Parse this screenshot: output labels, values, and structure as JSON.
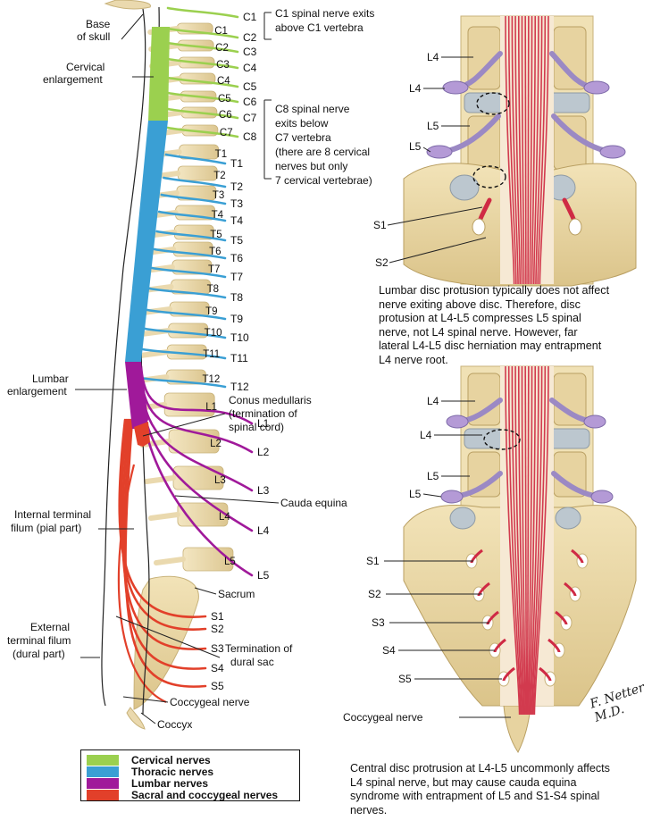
{
  "colors": {
    "cervical": "#9bd04f",
    "thoracic": "#3a9fd4",
    "lumbar": "#a0199a",
    "sacral": "#e2402a",
    "bone": "#ead9ae",
    "bone_edge": "#c8b27a",
    "disc": "#bcc7cf",
    "nerve_root": "#9b89c4"
  },
  "left_labels": {
    "base_of_skull": [
      "Base",
      "of skull"
    ],
    "cervical_enlargement": [
      "Cervical",
      "enlargement"
    ],
    "lumbar_enlargement": [
      "Lumbar",
      "enlargement"
    ],
    "internal_filum": [
      "Internal terminal",
      "filum (pial part)"
    ],
    "external_filum": [
      "External",
      "terminal filum",
      "(dural part)"
    ],
    "conus": [
      "Conus medullaris",
      "(termination of",
      "spinal cord)"
    ],
    "cauda": "Cauda equina",
    "sacrum": "Sacrum",
    "dural_sac": [
      "Termination of",
      "dural sac"
    ],
    "coccygeal_nerve": "Coccygeal nerve",
    "coccyx": "Coccyx"
  },
  "notes": {
    "c1": [
      "C1 spinal nerve exits",
      "above C1 vertebra"
    ],
    "c8": [
      "C8 spinal nerve",
      "exits below",
      "C7 vertebra",
      "(there are 8 cervical",
      "nerves but only",
      "7 cervical vertebrae)"
    ]
  },
  "vertebra_labels": [
    "C1",
    "C2",
    "C3",
    "C4",
    "C5",
    "C6",
    "C7",
    "T1",
    "T2",
    "T3",
    "T4",
    "T5",
    "T6",
    "T7",
    "T8",
    "T9",
    "T10",
    "T11",
    "T12",
    "L1",
    "L2",
    "L3",
    "L4",
    "L5"
  ],
  "nerve_labels": [
    "C1",
    "C2",
    "C3",
    "C4",
    "C5",
    "C6",
    "C7",
    "C8",
    "T1",
    "T2",
    "T3",
    "T4",
    "T5",
    "T6",
    "T7",
    "T8",
    "T9",
    "T10",
    "T11",
    "T12",
    "L1",
    "L2",
    "L3",
    "L4",
    "L5",
    "S1",
    "S2",
    "S3",
    "S4",
    "S5"
  ],
  "top_panel": {
    "labels": [
      "L4",
      "L4",
      "L5",
      "L5",
      "S1",
      "S2"
    ],
    "caption": [
      "Lumbar disc protusion typically does not affect",
      "nerve exiting above disc. Therefore, disc",
      "protusion at L4-L5 compresses L5 spinal",
      "nerve, not L4 spinal nerve. However, far",
      "lateral L4-L5 disc herniation may entrapment",
      "L4 nerve root."
    ]
  },
  "bottom_panel": {
    "labels": [
      "L4",
      "L4",
      "L5",
      "L5",
      "S1",
      "S2",
      "S3",
      "S4",
      "S5",
      "Coccygeal nerve"
    ],
    "caption": [
      "Central disc protrusion at L4-L5 uncommonly affects",
      "L4 spinal nerve, but may cause cauda equina",
      "syndrome with entrapment of L5 and S1-S4 spinal",
      "nerves."
    ]
  },
  "legend": [
    {
      "label": "Cervical nerves",
      "color": "#9bd04f"
    },
    {
      "label": "Thoracic nerves",
      "color": "#3a9fd4"
    },
    {
      "label": "Lumbar nerves",
      "color": "#a0199a"
    },
    {
      "label": "Sacral and coccygeal nerves",
      "color": "#e2402a"
    }
  ],
  "signature": "F. Netter M.D."
}
